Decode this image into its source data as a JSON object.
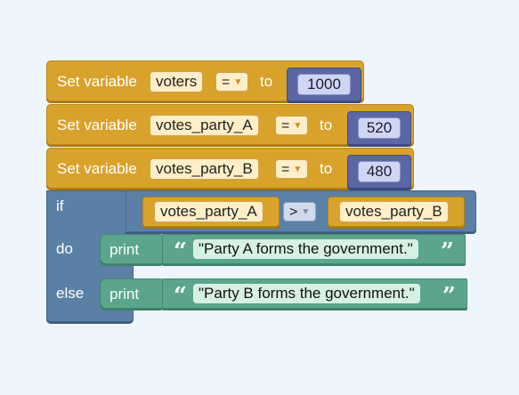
{
  "blocks": {
    "set1": {
      "label": "Set variable",
      "var": "voters",
      "op": "=",
      "to": "to",
      "value": "1000"
    },
    "set2": {
      "label": "Set variable",
      "var": "votes_party_A",
      "op": "=",
      "to": "to",
      "value": "520"
    },
    "set3": {
      "label": "Set variable",
      "var": "votes_party_B",
      "op": "=",
      "to": "to",
      "value": "480"
    },
    "if": {
      "if_label": "if",
      "do_label": "do",
      "else_label": "else",
      "left": "votes_party_A",
      "op": ">",
      "right": "votes_party_B",
      "do_print": {
        "label": "print",
        "text": "\"Party A forms the government.\""
      },
      "else_print": {
        "label": "print",
        "text": "\"Party B forms the government.\""
      }
    }
  },
  "colors": {
    "variables": "#d9a22b",
    "numbers": "#5b67a5",
    "logic": "#5b80a5",
    "text": "#5ba58c",
    "workspace": "#eef5fd"
  },
  "icons": {
    "dropdown": "caret-down-icon",
    "quote_open": "open-quote-icon",
    "quote_close": "close-quote-icon"
  }
}
